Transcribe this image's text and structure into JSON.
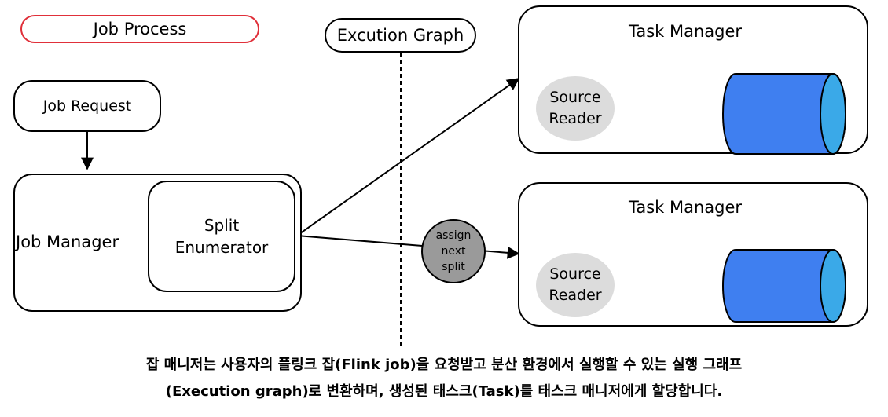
{
  "nodes": {
    "job_process": "Job Process",
    "execution_graph": "Excution Graph",
    "task_manager_1": "Task Manager",
    "task_manager_2": "Task Manager",
    "job_request": "Job Request",
    "job_manager": "Job Manager",
    "split_enumerator": [
      "Split",
      "Enumerator"
    ],
    "source_reader_1": [
      "Source",
      "Reader"
    ],
    "source_reader_2": [
      "Source",
      "Reader"
    ],
    "assign_next_split": [
      "assign",
      "next",
      "split"
    ]
  },
  "caption": {
    "line1": "잡 매니저는 사용자의 플링크 잡(Flink job)을 요청받고 분산 환경에서 실행할 수 있는 실행 그래프",
    "line2": "(Execution graph)로 변환하며, 생성된 태스크(Task)를 태스크 매니저에게 할당합니다."
  },
  "colors": {
    "job_process_border": "#e0303a",
    "cylinder_body": "#3f7ff0",
    "cylinder_end": "#3aa9e8",
    "source_reader_fill": "#dcdcdc",
    "assign_fill": "#9a9a9a"
  }
}
